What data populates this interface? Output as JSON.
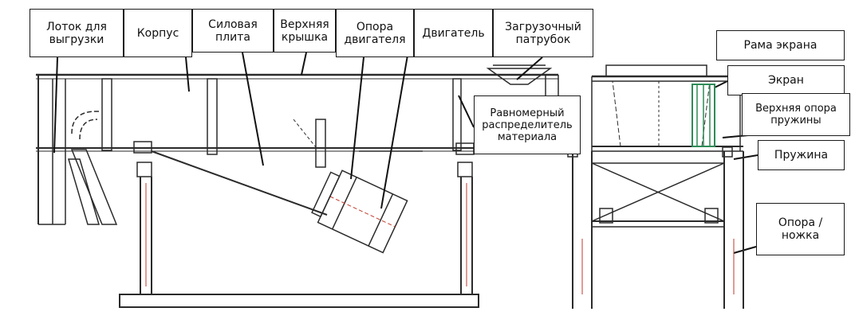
{
  "labels": {
    "tray": "Лоток для\nвыгрузки",
    "body": "Корпус",
    "plate": "Силовая\nплита",
    "top_cover": "Верхняя\nкрышка",
    "motor_support": "Опора\nдвигателя",
    "motor": "Двигатель",
    "inlet": "Загрузочный\nпатрубок",
    "screen_frame": "Рама экрана",
    "screen": "Экран",
    "upper_spring_support": "Верхняя опора\nпружины",
    "distributor": "Равномерный\nраспределитель\nматериала",
    "spring": "Пружина",
    "leg": "Опора /\nножка"
  },
  "colors": {
    "line": "#2b2b2b",
    "accent_red": "#c0392b",
    "screen_green": "#2e8b57",
    "box_border": "#1a1a1a"
  }
}
